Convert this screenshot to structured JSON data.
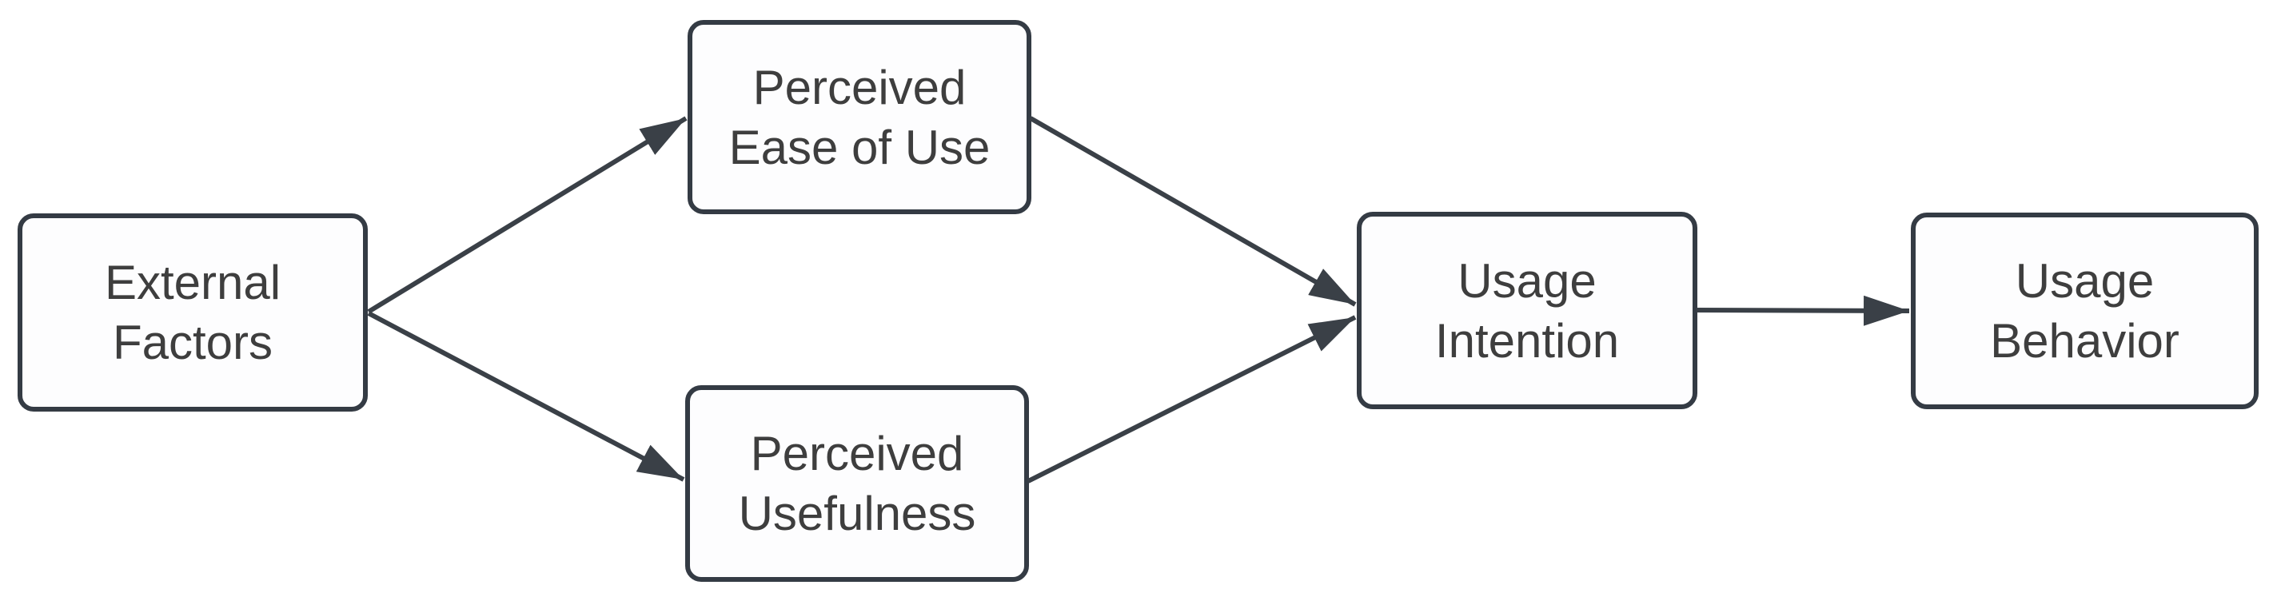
{
  "colors": {
    "background": "#ffffff",
    "node_fill": "#fdfdfe",
    "node_border": "#343b44",
    "text": "#3e3e3e",
    "arrow": "#3a4047"
  },
  "diagram": {
    "nodes": [
      {
        "id": "external-factors",
        "lines": [
          "External",
          "Factors"
        ]
      },
      {
        "id": "perceived-ease-of-use",
        "lines": [
          "Perceived",
          "Ease of Use"
        ]
      },
      {
        "id": "perceived-usefulness",
        "lines": [
          "Perceived",
          "Usefulness"
        ]
      },
      {
        "id": "usage-intention",
        "lines": [
          "Usage",
          "Intention"
        ]
      },
      {
        "id": "usage-behavior",
        "lines": [
          "Usage",
          "Behavior"
        ]
      }
    ],
    "edges": [
      {
        "from": "external-factors",
        "to": "perceived-ease-of-use"
      },
      {
        "from": "external-factors",
        "to": "perceived-usefulness"
      },
      {
        "from": "perceived-ease-of-use",
        "to": "usage-intention"
      },
      {
        "from": "perceived-usefulness",
        "to": "usage-intention"
      },
      {
        "from": "usage-intention",
        "to": "usage-behavior"
      }
    ]
  }
}
